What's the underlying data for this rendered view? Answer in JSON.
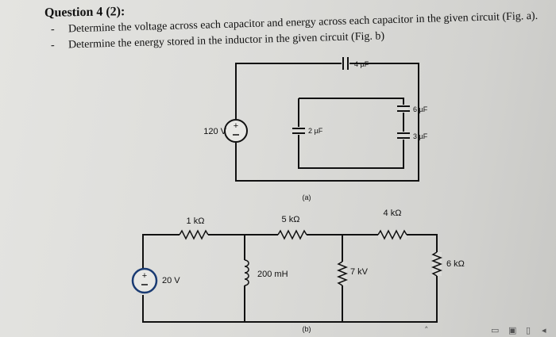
{
  "question_title": "Question 4 (2):",
  "bullets": [
    {
      "mark": "-",
      "text": "Determine the voltage across each capacitor and energy across each capacitor in the given circuit (Fig. a)."
    },
    {
      "mark": "-",
      "text": "Determine the energy stored in the inductor in the given circuit (Fig. b)"
    }
  ],
  "circuit_a": {
    "caption": "(a)",
    "source_label": "120 V",
    "source_polarity": "+",
    "capacitors": [
      {
        "name": "c1",
        "label": "4 µF"
      },
      {
        "name": "c2",
        "label": "2 µF"
      },
      {
        "name": "c3",
        "label": "6 µF"
      },
      {
        "name": "c4",
        "label": "3 µF"
      }
    ]
  },
  "circuit_b": {
    "caption": "(b)",
    "source_label": "20 V",
    "source_polarity": "+",
    "resistors": [
      {
        "name": "r1",
        "label": "1 kΩ"
      },
      {
        "name": "r2",
        "label": "5 kΩ"
      },
      {
        "name": "r3",
        "label": "4 kΩ"
      },
      {
        "name": "r4",
        "label": "7 kV"
      },
      {
        "name": "r5",
        "label": "6 kΩ"
      }
    ],
    "inductor": {
      "label": "200 mH"
    }
  },
  "taskbar_icons": [
    "up-arrow-icon",
    "window-icon",
    "chat-icon",
    "battery-icon",
    "volume-icon"
  ]
}
